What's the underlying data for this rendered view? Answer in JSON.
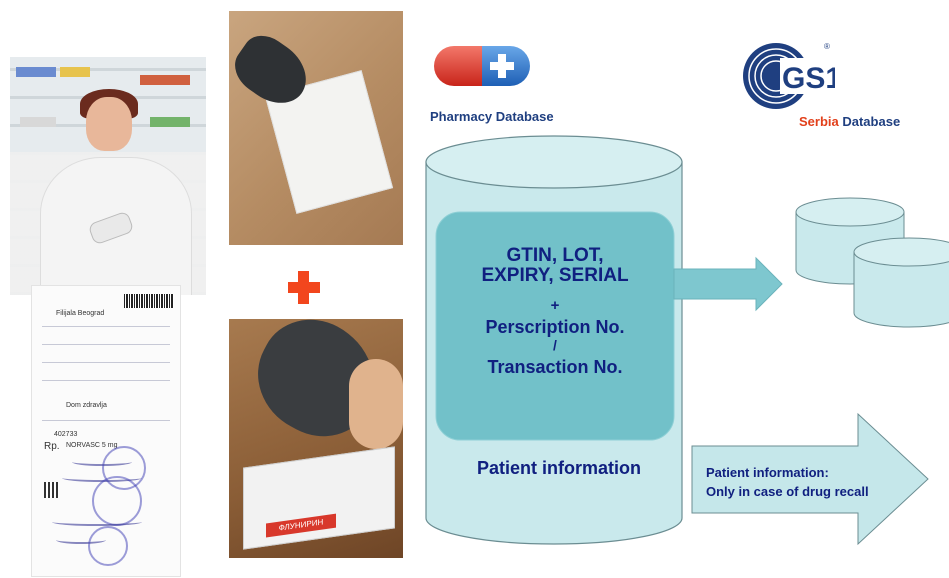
{
  "header": {
    "pharmacy_db_label": "Pharmacy Database",
    "gs1_logo_text": "GS1",
    "gs1_registered": "®",
    "serbia_word": "Serbia",
    "database_word": " Database"
  },
  "diagram": {
    "gtin_line1": "GTIN, LOT,",
    "gtin_line2": "EXPIRY, SERIAL",
    "plus": "+",
    "prescription": "Perscription No.",
    "slash": "/",
    "transaction": "Transaction No.",
    "patient_information": "Patient information",
    "recall_line1": "Patient information:",
    "recall_line2": "Only in case of drug recall"
  },
  "prescription_doc": {
    "issuer": "Filijala Beograd",
    "institution": "Dom zdravlja",
    "rx_label": "Rp.",
    "drug": "NORVASC 5 mg",
    "number": "402733"
  },
  "box_label": "ФЛУНИРИН",
  "colors": {
    "cylinder_fill": "#c9e9ec",
    "cylinder_stroke": "#6b8d92",
    "inner_box": "#72c1c9",
    "arrow_fill": "#c5e7ea",
    "arrow_dark": "#7ec7cf",
    "text_blue": "#102080",
    "accent_red": "#f2461d",
    "gs1_blue": "#1f3f80"
  }
}
